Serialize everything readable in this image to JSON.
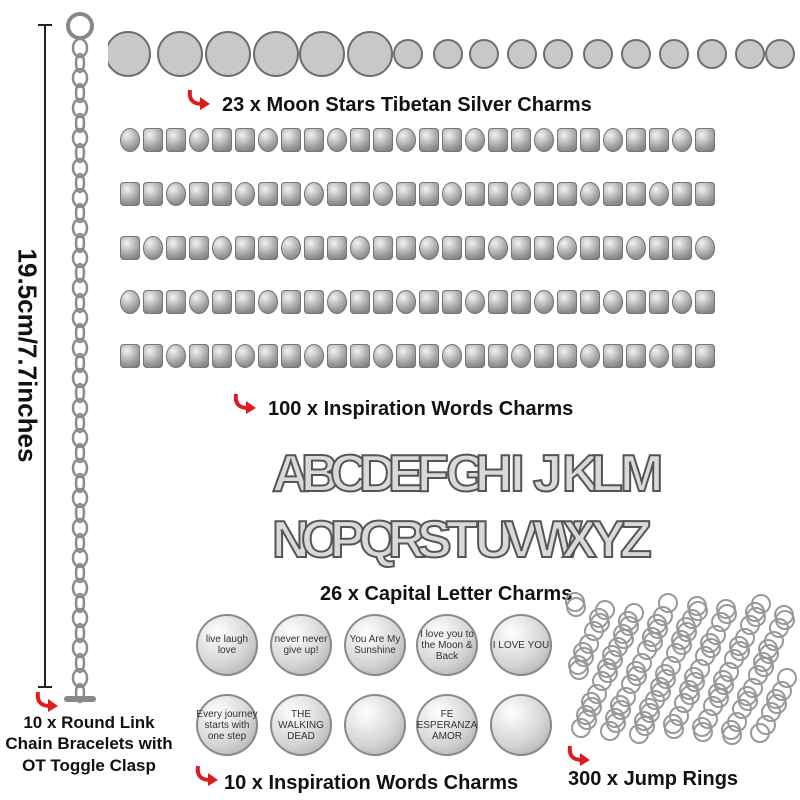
{
  "measurement": {
    "label": "19.5cm/7.7inches"
  },
  "captions": {
    "moon_stars": "23 x   Moon Stars Tibetan Silver Charms",
    "inspiration_top": "100 x  Inspiration Words Charms",
    "capital_letters": "26 x  Capital Letter Charms",
    "bracelet": "10 x Round Link Chain Bracelets with OT Toggle Clasp",
    "inspiration_bottom": "10 x  Inspiration Words Charms",
    "jump_rings": "300 x Jump Rings"
  },
  "letters_row1": [
    "A",
    "B",
    "C",
    "D",
    "E",
    "F",
    "G",
    "H",
    "I",
    "J",
    "K",
    "L",
    "M"
  ],
  "letters_row2": [
    "N",
    "O",
    "P",
    "Q",
    "R",
    "S",
    "T",
    "U",
    "V",
    "W",
    "X",
    "Y",
    "Z"
  ],
  "round_tags": [
    "live laugh love",
    "never never give up!",
    "You Are My Sunshine",
    "I love you to the Moon & Back",
    "I LOVE YOU",
    "Every journey starts with one step",
    "THE WALKING DEAD",
    "",
    "FE ESPERANZA AMOR",
    ""
  ],
  "colors": {
    "arrow": "#e01b1b",
    "silver": "#9a9a9a"
  }
}
